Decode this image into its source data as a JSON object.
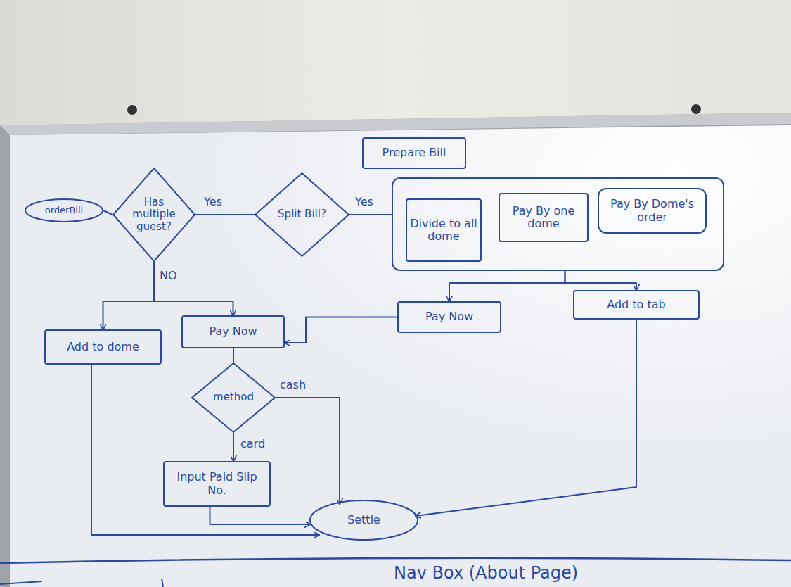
{
  "diagram": {
    "nodes": [
      {
        "text": [
          "Prepare Bill"
        ]
      },
      {
        "text": [
          "orderBill"
        ]
      },
      {
        "text": [
          "Has multiple guest?"
        ]
      },
      {
        "text": [
          "Split Bill?"
        ]
      },
      {
        "text": []
      },
      {
        "text": [
          "Divide to all dome"
        ],
        "in": 4
      },
      {
        "text": [
          "Pay By one dome"
        ],
        "in": 4
      },
      {
        "text": [
          "Pay By Dome's order"
        ],
        "in": 4
      },
      {
        "text": [
          "Add to dome"
        ]
      },
      {
        "text": [
          "Pay Now"
        ]
      },
      {
        "text": [
          "Pay Now"
        ]
      },
      {
        "text": [
          "Add to tab"
        ]
      },
      {
        "text": [
          "method"
        ]
      },
      {
        "text": [
          "Input Paid Slip No."
        ]
      },
      {
        "text": [
          "Settle"
        ]
      }
    ],
    "edges": [
      {
        "from": 1,
        "to": 2,
        "arrow": "none"
      },
      {
        "from": 2,
        "to": 3,
        "label": "Yes",
        "arrow": "none"
      },
      {
        "from": 3,
        "to": 4,
        "label": "Yes",
        "arrow": "none"
      },
      {
        "from": 2,
        "to": 8,
        "label": "NO",
        "arrow": "to"
      },
      {
        "from": 2,
        "to": 9,
        "arrow": "to"
      },
      {
        "from": 4,
        "to": 10,
        "arrow": "to"
      },
      {
        "from": 4,
        "to": 11,
        "arrow": "to"
      },
      {
        "from": 10,
        "to": 9,
        "arrow": "to"
      },
      {
        "from": 9,
        "to": 12,
        "arrow": "none"
      },
      {
        "from": 12,
        "to": 14,
        "label": "cash",
        "arrow": "to"
      },
      {
        "from": 12,
        "to": 13,
        "label": "card",
        "arrow": "to"
      },
      {
        "from": 13,
        "to": 14,
        "arrow": "to"
      },
      {
        "from": 8,
        "to": 14,
        "arrow": "to"
      },
      {
        "from": 11,
        "to": 14,
        "arrow": "to"
      }
    ],
    "labels": [
      "Nav Box (About Page)"
    ]
  }
}
